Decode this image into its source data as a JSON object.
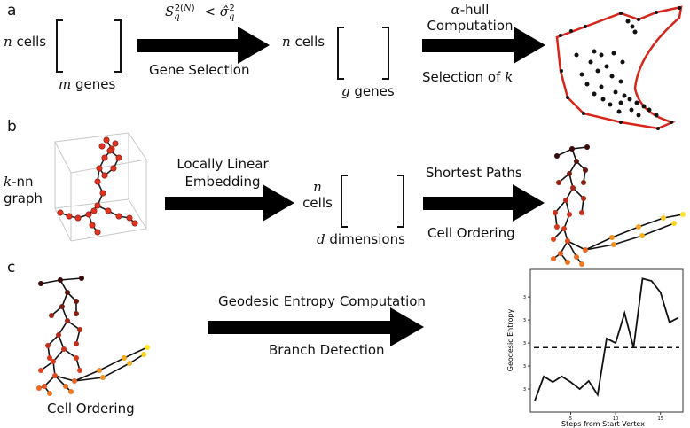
{
  "panels": [
    {
      "label": "a",
      "input_rows": "cells",
      "input_rows_var": "n",
      "input_cols": "genes",
      "input_cols_var": "m",
      "step1_top_math": "S_q^2(N) < σ̂_q^2",
      "step1_bottom": "Gene Selection",
      "output_rows": "cells",
      "output_rows_var": "n",
      "output_cols": "genes",
      "output_cols_var": "g",
      "step2_top_var": "α",
      "step2_top": "-hull",
      "step2_top_line2": "Computation",
      "step2_bottom": "Selection of",
      "step2_bottom_var": "k"
    },
    {
      "label": "b",
      "input_var": "k",
      "input_line1": "-nn",
      "input_line2": "graph",
      "step1_line1": "Locally Linear",
      "step1_line2": "Embedding",
      "output_var": "n",
      "output_rows": "cells",
      "output_cols_var": "d",
      "output_cols": "dimensions",
      "step2_top": "Shortest Paths",
      "step2_bottom": "Cell Ordering"
    },
    {
      "label": "c",
      "input_caption": "Cell Ordering",
      "step_top": "Geodesic Entropy Computation",
      "step_bottom": "Branch Detection"
    }
  ],
  "chart_data": {
    "type": "line",
    "xlabel": "Steps from Start Vertex",
    "ylabel": "Geodesic Entropy",
    "x": [
      1,
      2,
      3,
      4,
      5,
      6,
      7,
      8,
      9,
      10,
      11,
      12,
      13,
      14,
      15,
      16,
      17
    ],
    "values": [
      0.5,
      1.55,
      1.3,
      1.55,
      1.3,
      1.0,
      1.35,
      0.75,
      3.2,
      3.0,
      4.3,
      2.8,
      5.8,
      5.7,
      5.2,
      3.9,
      4.1
    ],
    "threshold": 2.8,
    "xlim": [
      0.5,
      17.5
    ],
    "ylim": [
      0,
      6.2
    ],
    "xticks": [
      "5",
      "10",
      "15"
    ],
    "yticks": [
      "3",
      "3",
      "3",
      "3",
      "3"
    ]
  }
}
